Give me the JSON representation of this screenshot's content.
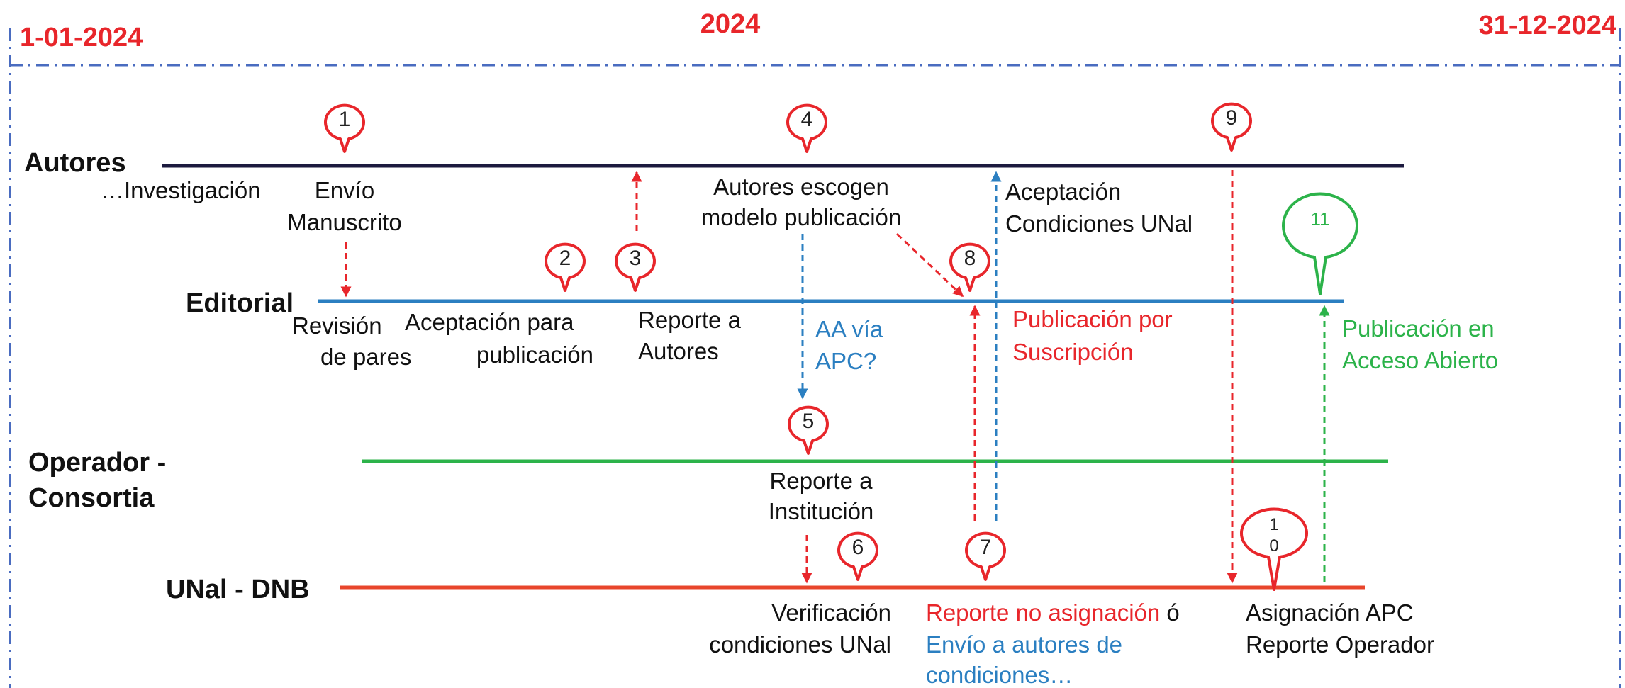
{
  "header": {
    "start_date": "1-01-2024",
    "year": "2024",
    "end_date": "31-12-2024"
  },
  "colors": {
    "date_red": "#e8262b",
    "frame_blue": "#4a6cc0",
    "autores_line": "#1c1a3e",
    "editorial_line": "#2b7fc1",
    "operador_line": "#2cb34a",
    "unal_line": "#e8452b",
    "red": "#e8262b",
    "blue": "#2b7fc1",
    "green": "#2cb34a",
    "dark": "#222222"
  },
  "lanes": {
    "autores": "Autores",
    "editorial": "Editorial",
    "operador_1": "Operador -",
    "operador_2": "Consortia",
    "unal": "UNal - DNB"
  },
  "markers": {
    "m1": "1",
    "m2": "2",
    "m3": "3",
    "m4": "4",
    "m5": "5",
    "m6": "6",
    "m7": "7",
    "m8": "8",
    "m9": "9",
    "m10_a": "1",
    "m10_b": "0",
    "m11": "11"
  },
  "labels": {
    "investigacion": "…Investigación",
    "envio_1": "Envío",
    "envio_2": "Manuscrito",
    "autores_escogen_1": "Autores escogen",
    "autores_escogen_2": "modelo publicación",
    "aceptacion_cond_1": "Aceptación",
    "aceptacion_cond_2": "Condiciones UNal",
    "revision_1": "Revisión",
    "revision_2": "de pares",
    "aceptacion_pub_1": "Aceptación para",
    "aceptacion_pub_2": "publicación",
    "reporte_autores_1": "Reporte a",
    "reporte_autores_2": "Autores",
    "aa_apc_1": "AA vía",
    "aa_apc_2": "APC?",
    "pub_suscripcion_1": "Publicación por",
    "pub_suscripcion_2": "Suscripción",
    "pub_acceso_1": "Publicación en",
    "pub_acceso_2": "Acceso Abierto",
    "reporte_inst_1": "Reporte a",
    "reporte_inst_2": "Institución",
    "verificacion_1": "Verificación",
    "verificacion_2": "condiciones UNal",
    "reporte_no_asig": "Reporte no asignación",
    "o_conj": " ó",
    "envio_autores_1": "Envío a autores de",
    "envio_autores_2": "condiciones…",
    "asignacion_1": "Asignación APC",
    "asignacion_2": "Reporte Operador"
  }
}
